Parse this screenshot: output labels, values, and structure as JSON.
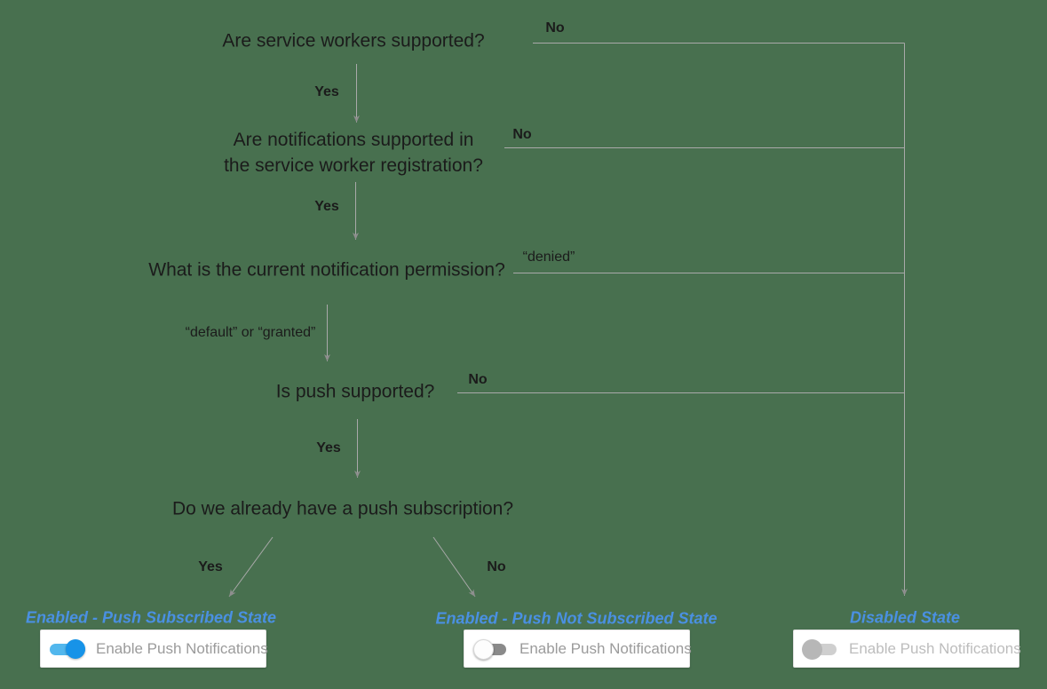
{
  "colors": {
    "background": "#48704F",
    "connector": "#A9A9A9",
    "question_text": "#1B1B1B",
    "state_label": "#4A90E2",
    "toggle_on_track": "#52B7ED",
    "toggle_on_thumb": "#1793E8",
    "toggle_off_track": "#8A8A8A",
    "toggle_off_thumb": "#FDFDFD",
    "toggle_disabled_track": "#CFCFCF",
    "toggle_disabled_thumb": "#B7B7B7",
    "card_label": "#9B9B9B",
    "card_label_disabled": "#BDBDBD"
  },
  "flowchart": {
    "questions": {
      "q1": "Are service workers supported?",
      "q2_line1": "Are notifications supported in",
      "q2_line2": "the service worker registration?",
      "q3": "What is the current notification permission?",
      "q4": "Is push supported?",
      "q5": "Do we already have a push subscription?"
    },
    "edge_labels": {
      "q1_yes": "Yes",
      "q1_no": "No",
      "q2_yes": "Yes",
      "q2_no": "No",
      "q3_yes": "“default” or “granted”",
      "q3_no": "“denied”",
      "q4_yes": "Yes",
      "q4_no": "No",
      "q5_yes": "Yes",
      "q5_no": "No"
    },
    "states": {
      "push_subscribed": "Enabled - Push Subscribed State",
      "push_not_subscribed": "Enabled - Push Not Subscribed State",
      "disabled": "Disabled State"
    }
  },
  "cards": [
    {
      "label": "Enable Push Notifications",
      "toggle_state": "on"
    },
    {
      "label": "Enable Push Notifications",
      "toggle_state": "off"
    },
    {
      "label": "Enable Push Notifications",
      "toggle_state": "disabled"
    }
  ]
}
